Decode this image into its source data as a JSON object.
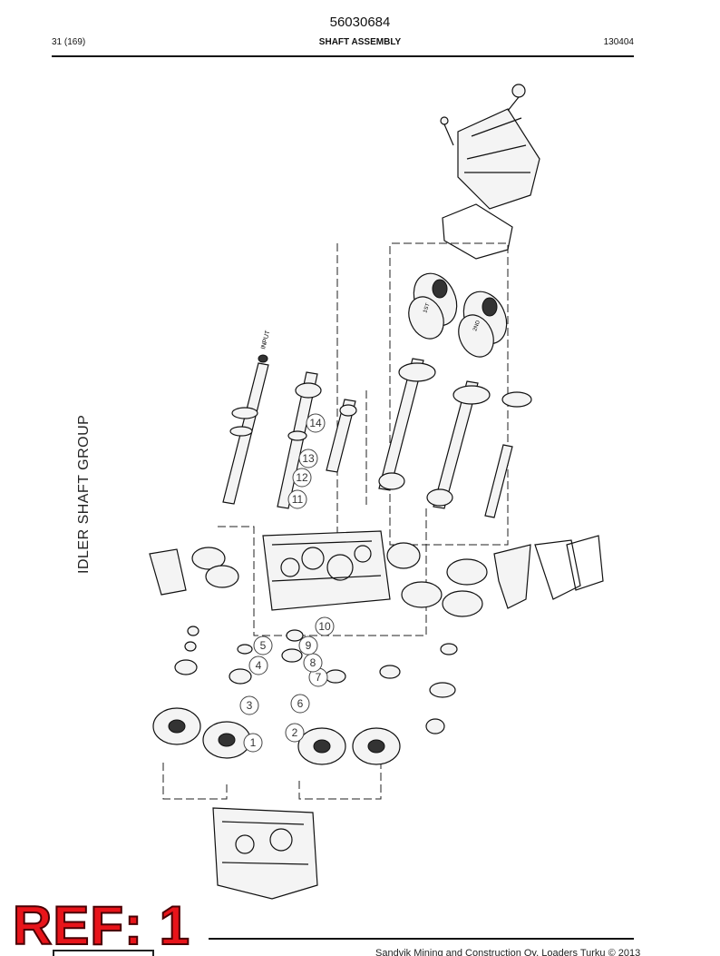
{
  "header": {
    "document_number": "56030684",
    "page_ref": "31 (169)",
    "section_title": "SHAFT ASSEMBLY",
    "date_code": "130404"
  },
  "diagram": {
    "side_title": "IDLER SHAFT GROUP",
    "input_label": "INPUT",
    "gear_label_first": "1ST",
    "gear_label_second": "2ND",
    "callouts": [
      "1",
      "2",
      "3",
      "4",
      "5",
      "6",
      "7",
      "8",
      "9",
      "10",
      "11",
      "12",
      "13",
      "14"
    ]
  },
  "footer": {
    "copyright": "Sandvik Mining and Construction Oy, Loaders Turku © 2013",
    "ref_stamp": "REF: 1"
  }
}
